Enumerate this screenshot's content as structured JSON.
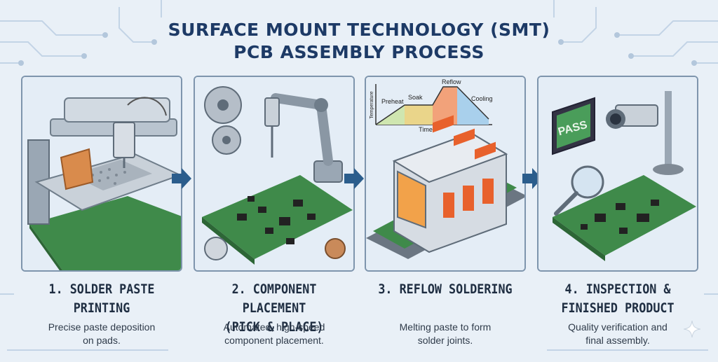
{
  "title": {
    "line1": "SURFACE MOUNT TECHNOLOGY (SMT)",
    "line2": "PCB ASSEMBLY PROCESS"
  },
  "colors": {
    "title": "#1d3a66",
    "pcb_green": "#3f8a4a",
    "arrow": "#2b5d8c",
    "heat": "#e8612c"
  },
  "steps": [
    {
      "heading_line1": "1. SOLDER PASTE PRINTING",
      "heading_line2": "",
      "desc_line1": "Precise paste deposition",
      "desc_line2": "on pads.",
      "icon": "stencil-printer-icon"
    },
    {
      "heading_line1": "2. COMPONENT PLACEMENT",
      "heading_line2": "(PICK & PLACE)",
      "desc_line1": "Automated, high-speed",
      "desc_line2": "component placement.",
      "icon": "robot-arm-icon"
    },
    {
      "heading_line1": "3. REFLOW SOLDERING",
      "heading_line2": "",
      "desc_line1": "Melting paste to form",
      "desc_line2": "solder joints.",
      "icon": "reflow-oven-icon"
    },
    {
      "heading_line1": "4. INSPECTION &",
      "heading_line2": "FINISHED PRODUCT",
      "desc_line1": "Quality verification and",
      "desc_line2": "final assembly.",
      "icon": "inspection-camera-icon"
    }
  ],
  "reflow_profile": {
    "ylabel": "Temperature",
    "xlabel": "Time",
    "zones": [
      "Preheat",
      "Soak",
      "Reflow",
      "Cooling"
    ]
  },
  "monitor": {
    "text": "PASS"
  }
}
